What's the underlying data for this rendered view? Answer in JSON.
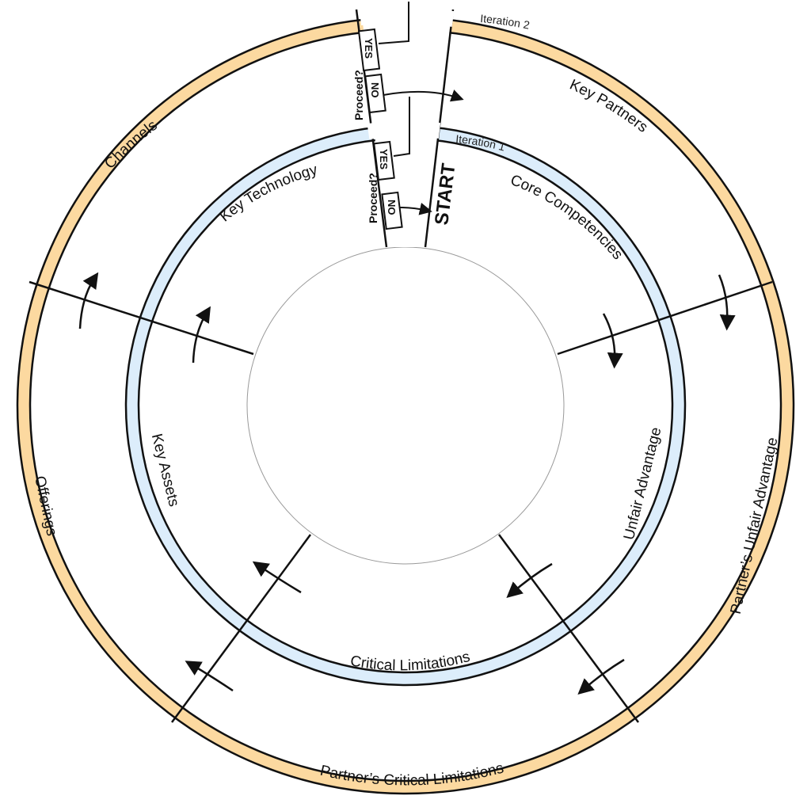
{
  "colors": {
    "outer_band": "#fcd9a0",
    "inner_band": "#dcedfb",
    "line": "#111111",
    "center_circle_stroke": "#999999"
  },
  "diagram": {
    "outer_ring": {
      "band_label": "Iteration 2",
      "sections": [
        "Key Partners",
        "Partner’s Unfair Advantage",
        "Partner’s Critical Limitations",
        "Offerings",
        "Channels"
      ]
    },
    "inner_ring": {
      "band_label": "Iteration 1",
      "sections": [
        "Core Competencies",
        "Unfair Advantage",
        "Critical Limitations",
        "Key Assets",
        "Key Technology"
      ]
    },
    "start_label": "START",
    "decision_outer": {
      "question": "Proceed?",
      "yes": "YES",
      "no": "NO"
    },
    "decision_inner": {
      "question": "Proceed?",
      "yes": "YES",
      "no": "NO"
    }
  }
}
